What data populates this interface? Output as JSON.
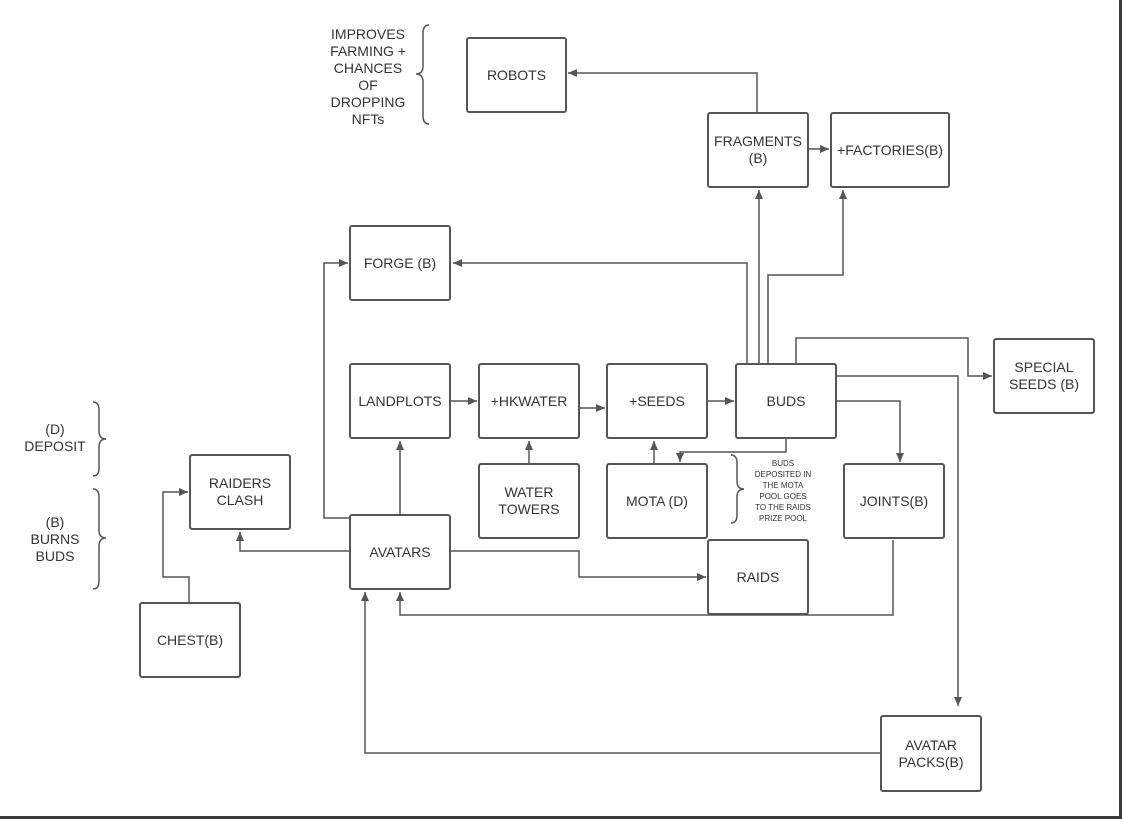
{
  "nodes": {
    "robots": "ROBOTS",
    "fragments": "FRAGMENTS\n(B)",
    "factories": "+FACTORIES(B)",
    "forge": "FORGE (B)",
    "landplots": "LANDPLOTS",
    "hkwater": "+HKWATER",
    "seeds": "+SEEDS",
    "buds": "BUDS",
    "special_seeds": "SPECIAL\nSEEDS (B)",
    "raiders_clash": "RAIDERS\nCLASH",
    "water_towers": "WATER\nTOWERS",
    "mota": "MOTA (D)",
    "joints": "JOINTS(B)",
    "avatars": "AVATARS",
    "raids": "RAIDS",
    "chest": "CHEST(B)",
    "avatar_packs": "AVATAR\nPACKS(B)"
  },
  "notes": {
    "improves": "IMPROVES\nFARMING +\nCHANCES\nOF\nDROPPING\nNFTs",
    "deposit": "(D)\nDEPOSIT",
    "burns": "(B)\nBURNS\nBUDS",
    "mota_pool": "BUDS\nDEPOSITED IN\nTHE MOTA\nPOOL GOES\nTO THE RAIDS\nPRIZE POOL"
  },
  "colors": {
    "line": "#555555",
    "text": "#333333",
    "frame": "#3a3a3a"
  }
}
